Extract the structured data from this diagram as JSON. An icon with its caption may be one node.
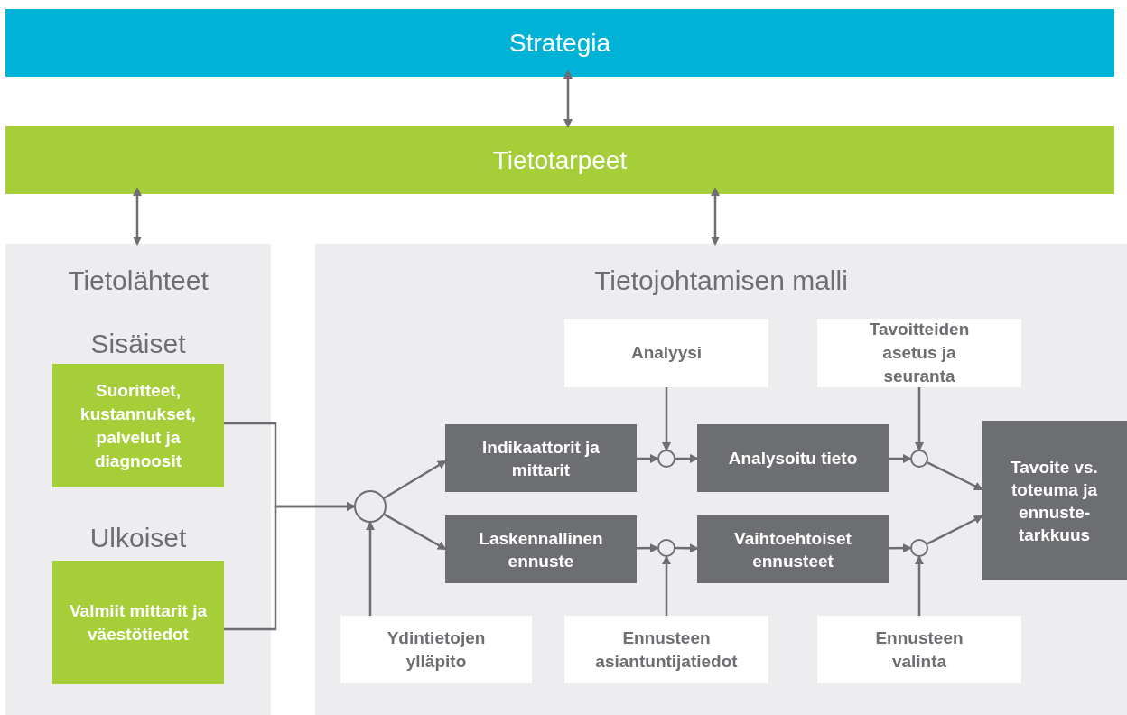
{
  "diagram": {
    "nodes": [
      {
        "text": [
          "Strategia"
        ]
      },
      {
        "text": [
          "Tietotarpeet"
        ]
      },
      {
        "text": [
          "Tietolähteet"
        ]
      },
      {
        "text": [
          "Tietojohtamisen malli"
        ]
      },
      {
        "text": [
          "Suoritteet, kustannukset, palvelut ja diagnoosit"
        ],
        "in": 2
      },
      {
        "text": [
          "Valmiit mittarit ja väestötiedot"
        ],
        "in": 2
      },
      {
        "text": [],
        "shape": "circle",
        "in": 3
      },
      {
        "text": [
          "Indikaattorit ja mittarit"
        ],
        "in": 3
      },
      {
        "text": [
          "Laskennallinen ennuste"
        ],
        "in": 3
      },
      {
        "text": [
          "Analyysi"
        ],
        "in": 3
      },
      {
        "text": [],
        "shape": "circle",
        "in": 3
      },
      {
        "text": [
          "Analysoitu tieto"
        ],
        "in": 3
      },
      {
        "text": [
          "Tavoitteiden asetus ja seuranta"
        ],
        "in": 3
      },
      {
        "text": [],
        "shape": "circle",
        "in": 3
      },
      {
        "text": [],
        "shape": "circle",
        "in": 3
      },
      {
        "text": [
          "Vaihtoehtoiset ennusteet"
        ],
        "in": 3
      },
      {
        "text": [],
        "shape": "circle",
        "in": 3
      },
      {
        "text": [
          "Tavoite vs. toteuma ja ennuste-tarkkuus"
        ],
        "in": 3
      },
      {
        "text": [
          "Ydintietojen ylläpito"
        ],
        "in": 3
      },
      {
        "text": [
          "Ennusteen asiantuntijatiedot"
        ],
        "in": 3
      },
      {
        "text": [
          "Ennusteen valinta"
        ],
        "in": 3
      }
    ],
    "edges": [
      {
        "from": 0,
        "to": 1,
        "arrow": "both"
      },
      {
        "from": 1,
        "to": 2,
        "arrow": "both"
      },
      {
        "from": 1,
        "to": 3,
        "arrow": "both"
      },
      {
        "from": 4,
        "to": 6,
        "arrow": "to"
      },
      {
        "from": 5,
        "to": 6,
        "arrow": "to"
      },
      {
        "from": 18,
        "to": 6,
        "arrow": "to"
      },
      {
        "from": 6,
        "to": 7,
        "arrow": "to"
      },
      {
        "from": 6,
        "to": 8,
        "arrow": "to"
      },
      {
        "from": 7,
        "to": 10,
        "arrow": "to"
      },
      {
        "from": 9,
        "to": 10,
        "arrow": "to"
      },
      {
        "from": 10,
        "to": 11,
        "arrow": "to"
      },
      {
        "from": 8,
        "to": 14,
        "arrow": "to"
      },
      {
        "from": 19,
        "to": 14,
        "arrow": "to"
      },
      {
        "from": 14,
        "to": 15,
        "arrow": "to"
      },
      {
        "from": 11,
        "to": 13,
        "arrow": "to"
      },
      {
        "from": 12,
        "to": 13,
        "arrow": "to"
      },
      {
        "from": 13,
        "to": 17,
        "arrow": "to"
      },
      {
        "from": 15,
        "to": 16,
        "arrow": "to"
      },
      {
        "from": 20,
        "to": 16,
        "arrow": "to"
      },
      {
        "from": 16,
        "to": 17,
        "arrow": "to"
      }
    ],
    "labels": [
      "Sisäiset",
      "Ulkoiset"
    ]
  }
}
